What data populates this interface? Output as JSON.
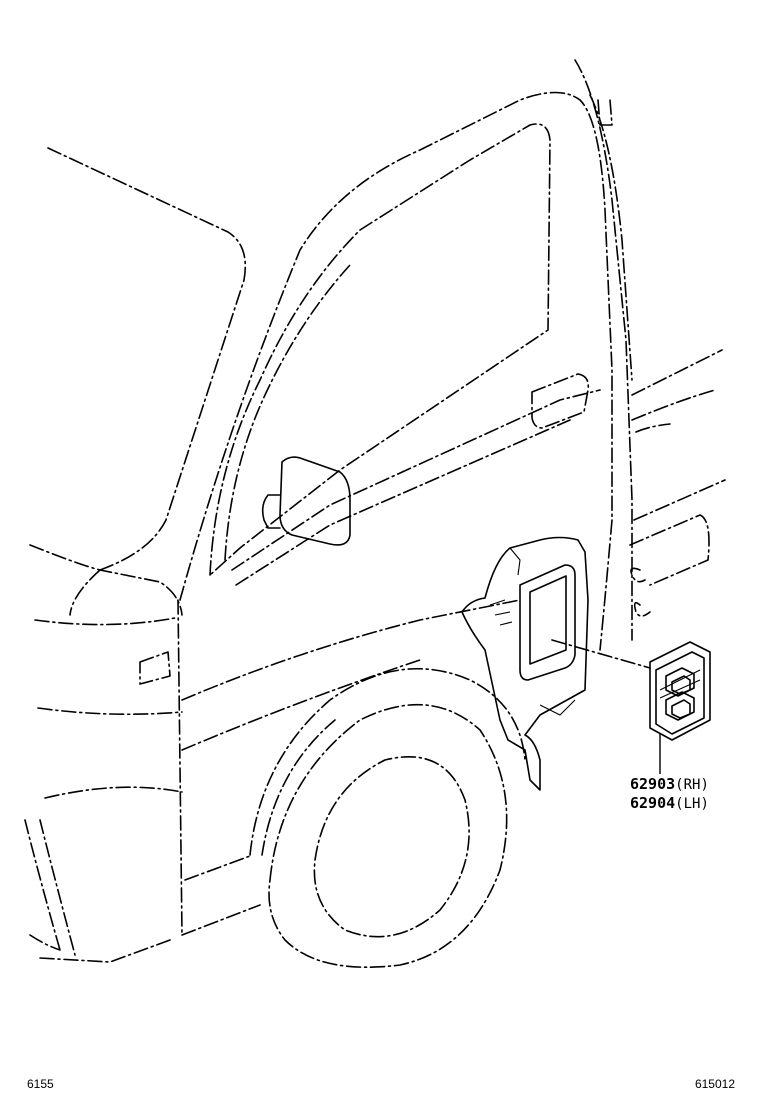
{
  "callouts": [
    {
      "part": "62903",
      "side": "(RH)"
    },
    {
      "part": "62904",
      "side": "(LH)"
    }
  ],
  "footer": {
    "left_code": "6155",
    "right_code": "615012"
  }
}
